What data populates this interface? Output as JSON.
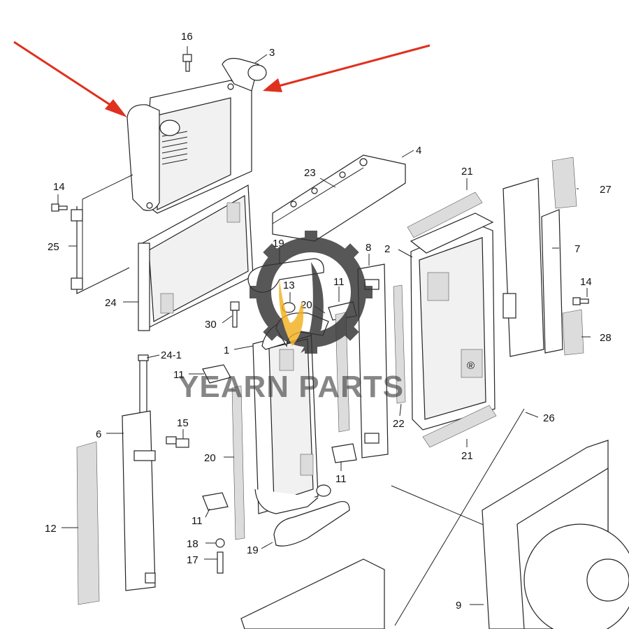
{
  "watermark": {
    "brand": "YEARN PARTS",
    "registered_mark": "®",
    "gear_color": "#333333",
    "flame_color": "#f2b01e"
  },
  "arrow_color": "#e0301e",
  "callouts": [
    "16",
    "3",
    "4",
    "23",
    "21",
    "27",
    "14",
    "25",
    "19",
    "13",
    "8",
    "2",
    "7",
    "11",
    "20",
    "24",
    "30",
    "1",
    "14",
    "28",
    "24-1",
    "11",
    "22",
    "26",
    "6",
    "15",
    "21",
    "20",
    "11",
    "11",
    "12",
    "18",
    "19",
    "17",
    "9"
  ]
}
